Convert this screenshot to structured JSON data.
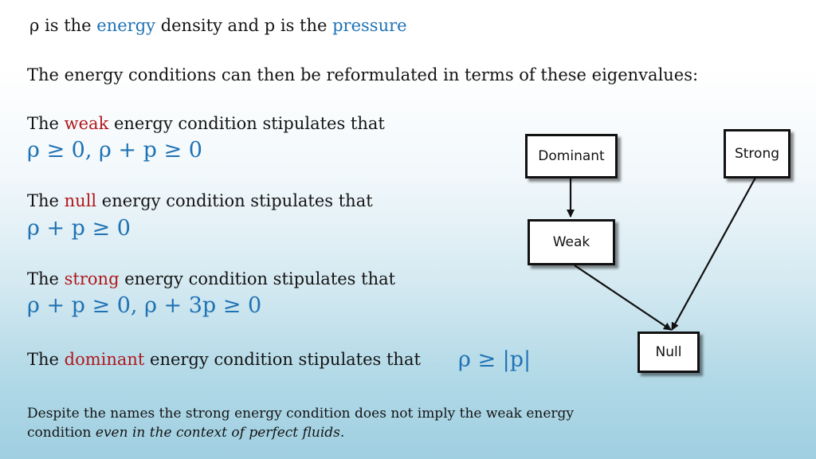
{
  "intro": {
    "rho": "ρ",
    "is_the": " is the ",
    "energy": "energy",
    "density_and": " density and ",
    "p": "p",
    "is_the2": " is the ",
    "pressure": "pressure"
  },
  "reformulated": "The energy conditions can then be reformulated in terms of these eigenvalues:",
  "weak": {
    "the": "The ",
    "word": "weak",
    "rest": " energy condition stipulates that",
    "equation": "ρ ≥ 0, ρ + p ≥ 0"
  },
  "null": {
    "the": "The ",
    "word": "null",
    "rest": " energy condition stipulates that",
    "equation": "ρ + p ≥ 0"
  },
  "strong": {
    "the": "The ",
    "word": "strong",
    "rest": " energy condition stipulates that",
    "equation": "ρ + p ≥ 0,  ρ + 3p ≥ 0"
  },
  "dominant": {
    "the": "The ",
    "word": "dominant",
    "rest": " energy condition stipulates that",
    "equation": "ρ ≥ |p|"
  },
  "footnote": {
    "main": "Despite the names the strong energy condition does not imply the weak energy condition ",
    "italic": "even in the context of perfect fluids",
    "end": "."
  },
  "diagram": {
    "nodes": {
      "dominant": "Dominant",
      "strong": "Strong",
      "weak": "Weak",
      "null": "Null"
    }
  },
  "colors": {
    "accent_blue": "#1f72b4",
    "accent_red": "#b0181c"
  }
}
